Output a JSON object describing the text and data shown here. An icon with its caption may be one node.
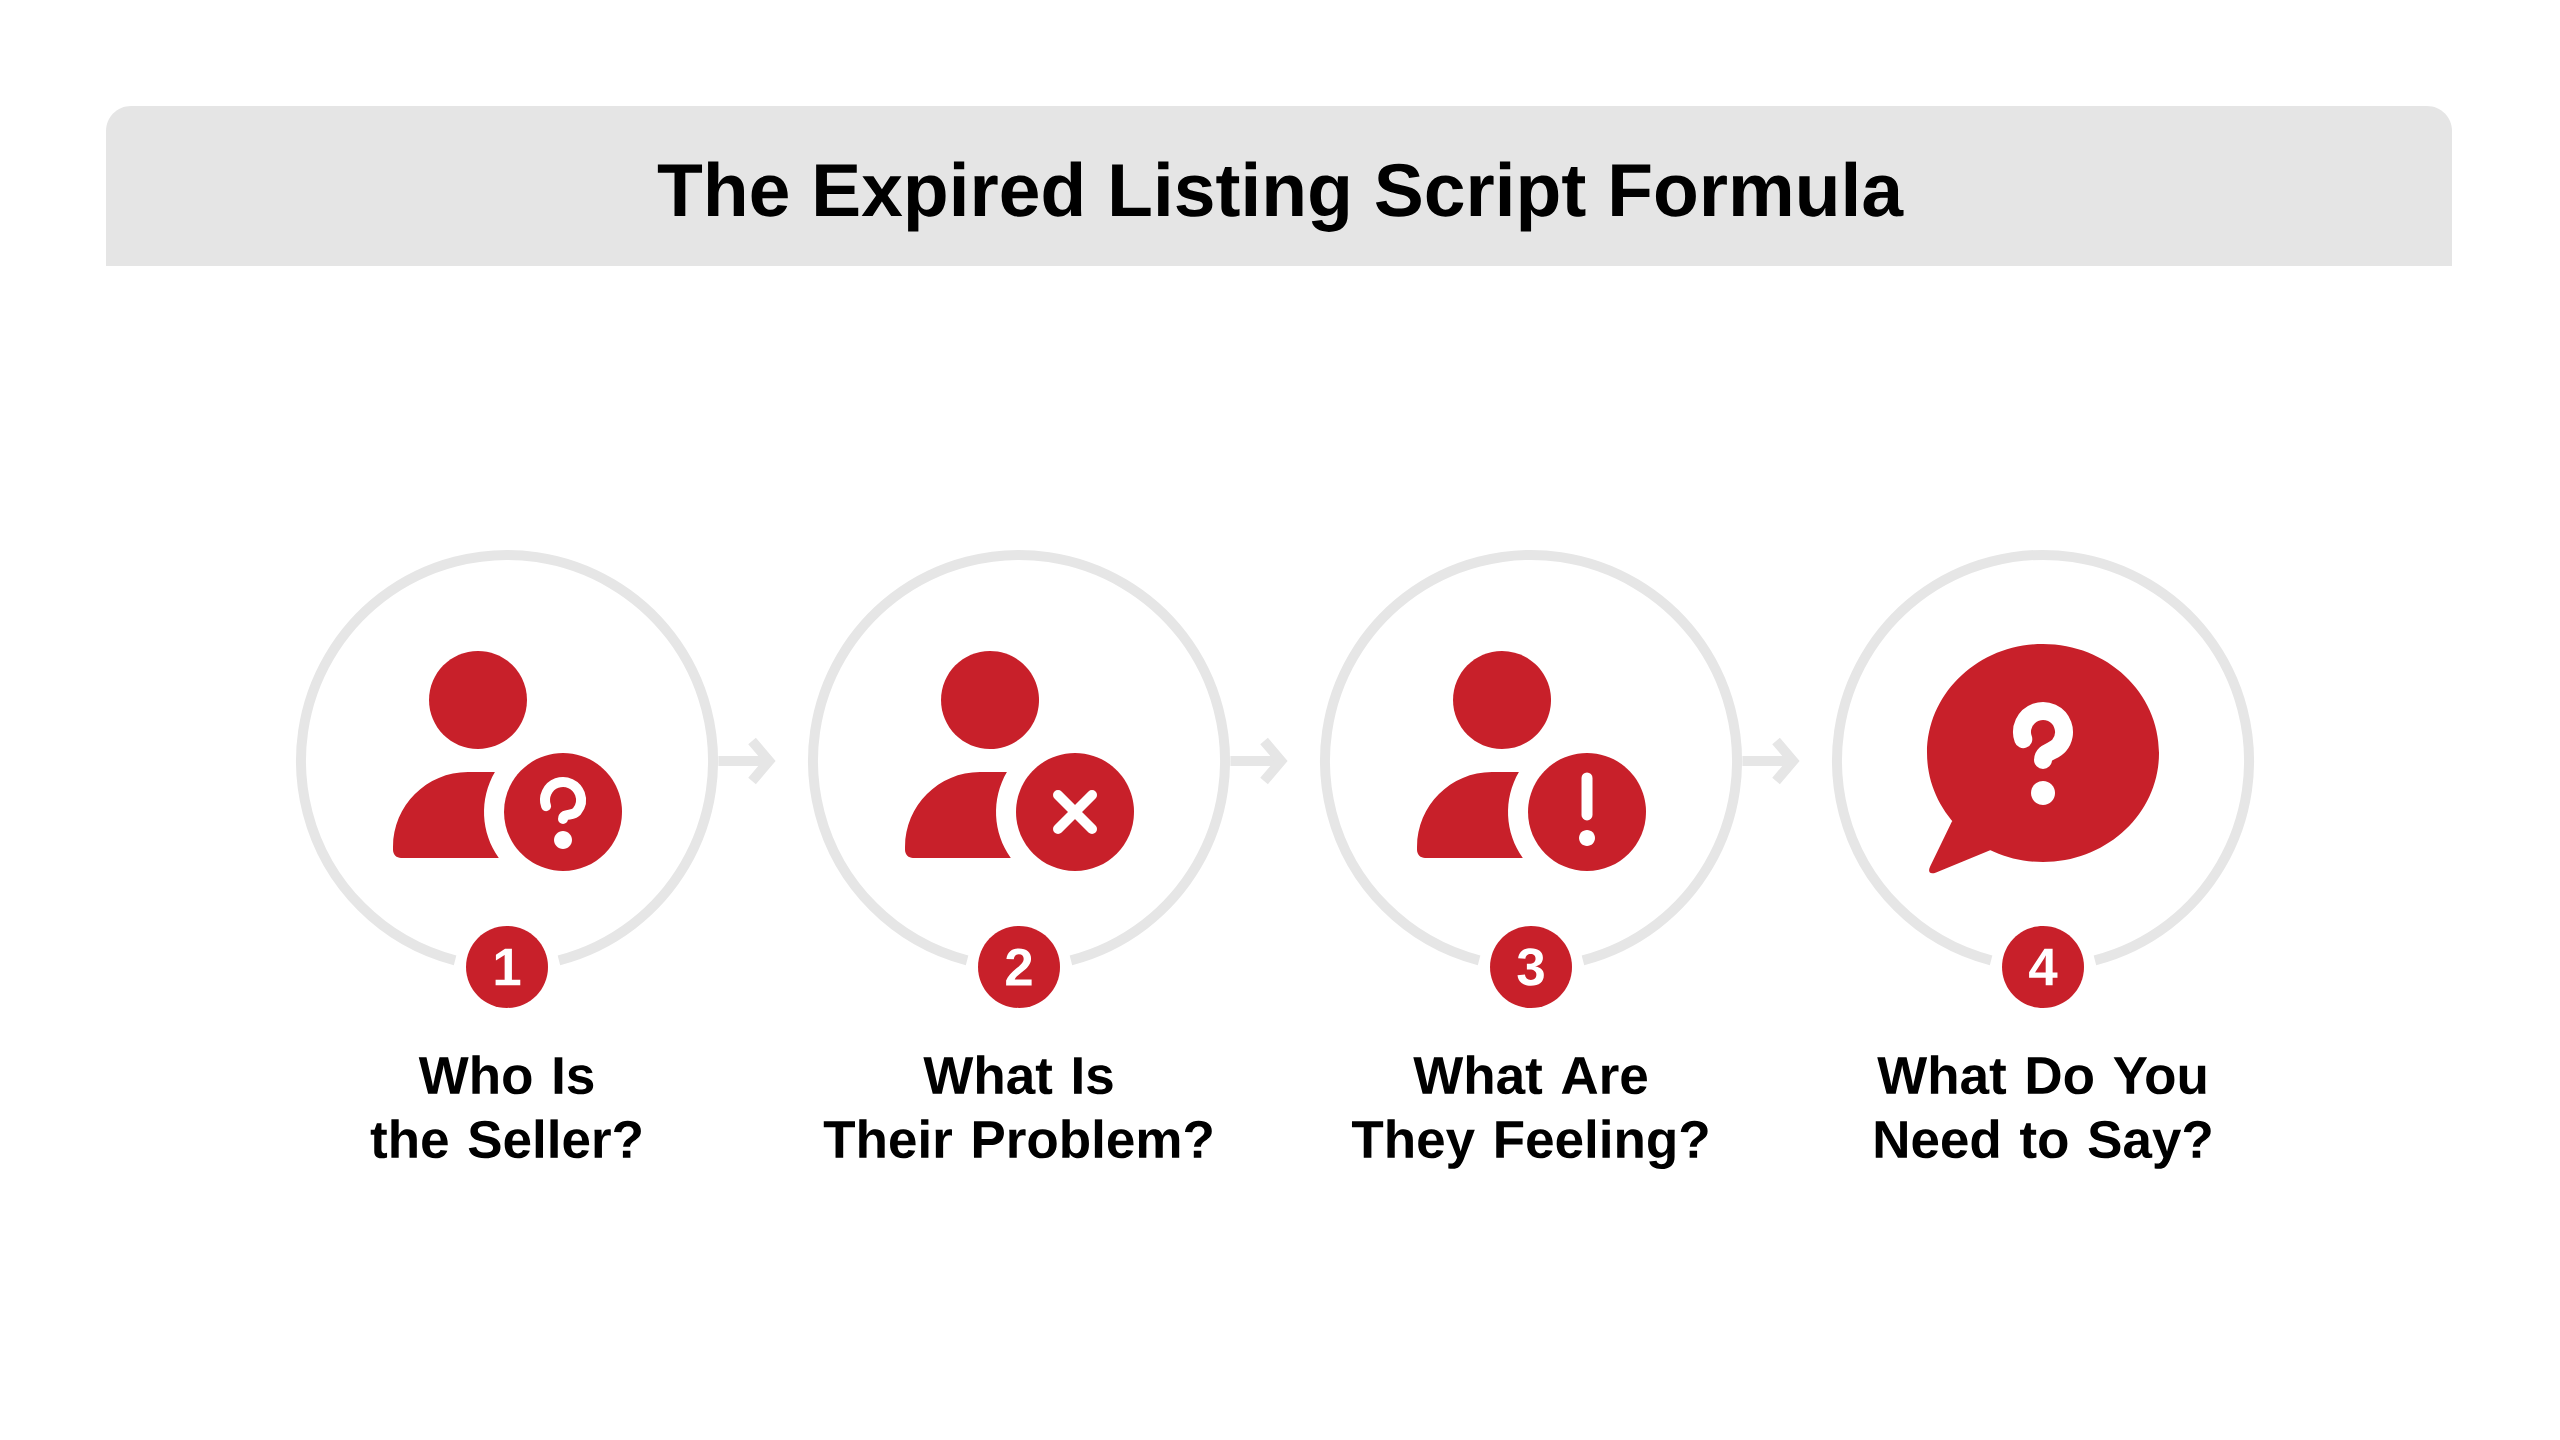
{
  "diagram": {
    "title": "The Expired Listing Script Formula",
    "nodes": [
      {
        "text": [
          "Who Is the Seller?"
        ]
      },
      {
        "text": [
          "1"
        ],
        "in": 0
      },
      {
        "text": [
          "What Is Their Problem?"
        ]
      },
      {
        "text": [
          "2"
        ],
        "in": 2
      },
      {
        "text": [
          "What Are They Feeling?"
        ]
      },
      {
        "text": [
          "3"
        ],
        "in": 4
      },
      {
        "text": [
          "What Do You Need to Say?"
        ]
      },
      {
        "text": [
          "4"
        ],
        "in": 6
      }
    ],
    "edges": [
      {
        "from": 0,
        "to": 2,
        "arrow": "to"
      },
      {
        "from": 2,
        "to": 4,
        "arrow": "to"
      },
      {
        "from": 4,
        "to": 6,
        "arrow": "to"
      }
    ]
  }
}
